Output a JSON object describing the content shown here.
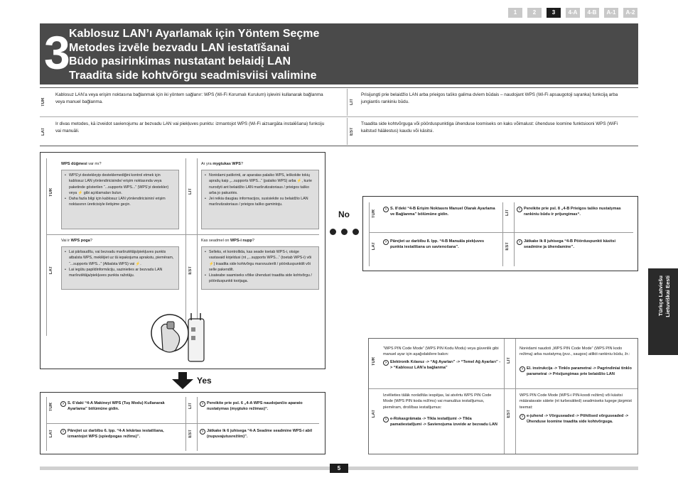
{
  "nav": [
    "1",
    "2",
    "3",
    "4-A",
    "4-B",
    "A-1",
    "A-2"
  ],
  "header": {
    "number": "3",
    "titles": [
      "Kablosuz LAN’ı Ayarlamak için Yöntem Seçme",
      "Metodes izvēle bezvadu LAN iestatīšanai",
      "Būdo pasirinkimas nustatant belaidį LAN",
      "Traadita side kohtvõrgu seadmisviisi valimine"
    ]
  },
  "intro": {
    "tur": {
      "lang": "TUR",
      "text": "Kablosuz LAN’a veya erişim noktasına bağlanmak için iki yöntem sağlanır: WPS (Wi-Fi Korumalı Kurulum) işlevini kullanarak bağlanma veya manuel bağlanma."
    },
    "lit": {
      "lang": "LIT",
      "text": "Prisijungti prie belaidžio LAN arba prieigos taško galima dviem būdais – naudojant WPS (Wi-Fi apsaugotoji sąranka) funkciją arba jungiantis rankiniu būdu."
    },
    "lat": {
      "lang": "LAT",
      "text": "Ir divas metodes, kā izveidot savienojumu ar bezvadu LAN vai piekļuves punktu: izmantojot WPS (Wi-Fi aizsargāta instalēšana) funkciju vai manuāli."
    },
    "est": {
      "lang": "EST",
      "text": "Traadita side kohtvõrguga või pöörduspunktiga ühenduse loomiseks on kaks võimalust: ühenduse loomine funktsiooni WPS (WiFi kaitstud häälestus) kaudu või käsitsi."
    }
  },
  "wps": {
    "tur": {
      "lang": "TUR",
      "q_bold": "WPS düğmesi",
      "q_rest": " var mı?",
      "items": [
        "WPS’yi destekleyip desteklemediğini kontrol etmek için kablosuz LAN yönlendiricisinde/ erişim noktasında veya paketinde gösterilen “...supports WPS...” (WPS’yi destekler) veya ⚡ gibi açıklamaları bulun.",
        "Daha fazla bilgi için kablosuz LAN yönlendiricisinin/ erişim noktasının üreticisiyle iletişime geçin."
      ]
    },
    "lit": {
      "lang": "LIT",
      "q_pre": "Ar yra ",
      "q_bold": "mygtukas WPS",
      "q_rest": "?",
      "items": [
        "Norėdami patikrinti, ar aparatas palaiko WPS, ieškokite tokių aprašų kaip „...supports WPS...“ (palaiko WPS) arba ⚡, kurie nurodyti ant belaidžio LAN maršrutizatoriaus / prieigos taško arba jo pakuotės.",
        "Jei reikia daugiau informacijos, susisiekite su belaidžio LAN maršrutizatoriaus / prieigos taško gamintoju."
      ]
    },
    "lat": {
      "lang": "LAT",
      "q_pre": "Vai ir ",
      "q_bold": "WPS poga",
      "q_rest": "?",
      "items": [
        "Lai pārbaudītu, vai bezvadu maršrutētājs/piekļuves punkts atbalsta WPS, meklējiet uz tā iepakojuma aprakstu, piemēram, “...supports WPS...” (Atbalsta WPS) vai ⚡.",
        "Lai iegūtu papildinformāciju, sazinieties ar bezvadu LAN maršrutētāja/piekļuves punkta ražotāju."
      ]
    },
    "est": {
      "lang": "EST",
      "q_pre": "Kas seadmel on ",
      "q_bold": "WPS-i nupp",
      "q_rest": "?",
      "items": [
        "Selleks, et kontrollida, kas seade toetab WPS-i, otsige vastavaid kirjeldusi (nt „...supports WPS...“ (toetab WPS-i) või ⚡) traadita side kohtvõrgu marsruuterilt / pöörduspunktilt või selle pakendilt.",
        "Lisateabe saamiseks võtke ühendust traadita side kohtvõrgu / pöörduspunkti tootjaga."
      ]
    }
  },
  "no_label": "No",
  "no_box": {
    "tur": {
      "lang": "TUR",
      "text": "S. 8’deki “4-B Erişim Noktasını Manuel Olarak Ayarlama ve Bağlanma” bölümüne gidin."
    },
    "lit": {
      "lang": "LIT",
      "text": "Pereikite prie psl. 8 „4-B Prieigos taško nustatymas rankiniu būdu ir prijungimas“."
    },
    "lat": {
      "lang": "LAT",
      "text": "Pārejiet uz darbību 8. lpp. “4-B Manuāla piekļuves punkta iestatīšana un savienošana”."
    },
    "est": {
      "lang": "EST",
      "text": "Jätkake lk 8 juhisega “4-B Pöörduspunkti käsitsi seadmine ja ühendamine”."
    }
  },
  "yes_label": "Yes",
  "yes_box": {
    "tur": {
      "lang": "TUR",
      "text": "S. 6’daki “4-A Makineyi WPS (Tuş Modu) Kullanarak Ayarlama” bölümüne gidin."
    },
    "lit": {
      "lang": "LIT",
      "text": "Pereikite prie psl. 6 „4-A WPS naudojančio aparato nustatymas (mygtuko režimas)“."
    },
    "lat": {
      "lang": "LAT",
      "text": "Pārejiet uz darbību 6. lpp. “4-A Iekārtas iestatīšana, izmantojot WPS (spiedpogas režīms)”."
    },
    "est": {
      "lang": "EST",
      "text": "Jätkake lk 6 juhisega “4-A Seadme seadmine WPS-i abil (nupuvajutusrežiim)”."
    }
  },
  "pin_box": {
    "tur": {
      "lang": "TUR",
      "text": "“WPS PIN Code Mode” (WPS PIN Kodu Modu) veya güvenlik gibi manuel ayar için aşağıdakilere bakın:",
      "step": "Elektronik Kılavuz -> “Ağ Ayarları” -> “Temel Ağ Ayarları” -> “Kablosuz LAN’a bağlanma”"
    },
    "lit": {
      "lang": "LIT",
      "text": "Norėdami naudoti „WPS PIN Code Mode“ (WPS PIN kodo režimą) arba nustatymą (pvz., saugos) atlikti rankiniu būdu, žr.:",
      "step": "El. instrukcija -> Tinklo parametrai -> Pagrindiniai tinklo parametrai -> Prisijungimas prie belaidžio LAN"
    },
    "lat": {
      "lang": "LAT",
      "text": "Izvēlieties tālāk norādītās iespējas, lai atvērtu WPS PIN Code Mode (WPS PIN koda režīms) vai manuālus iestatījumus, piemēram, drošības iestatījumus:",
      "step": "e-Rokasgrāmata -> Tīkla iestatījumi -> Tīkla pamatiestatījumi -> Savienojuma izveide ar bezvadu LAN"
    },
    "est": {
      "lang": "EST",
      "text": "WPS PIN Code Mode (WPS-i PIN-koodi režiimi) või käsitsi määratavate sätete (nt turbesätted) seadmiseks lugege järgmist teemat:",
      "step": "e-juhend -> Võrguseaded -> Põhilised võrguseaded -> Ühenduse loomine traadita side kohtvõrguga."
    }
  },
  "side_tab": [
    "Türkçe Latviešu",
    "Lietuviškai Eesti"
  ],
  "page_number": "5"
}
